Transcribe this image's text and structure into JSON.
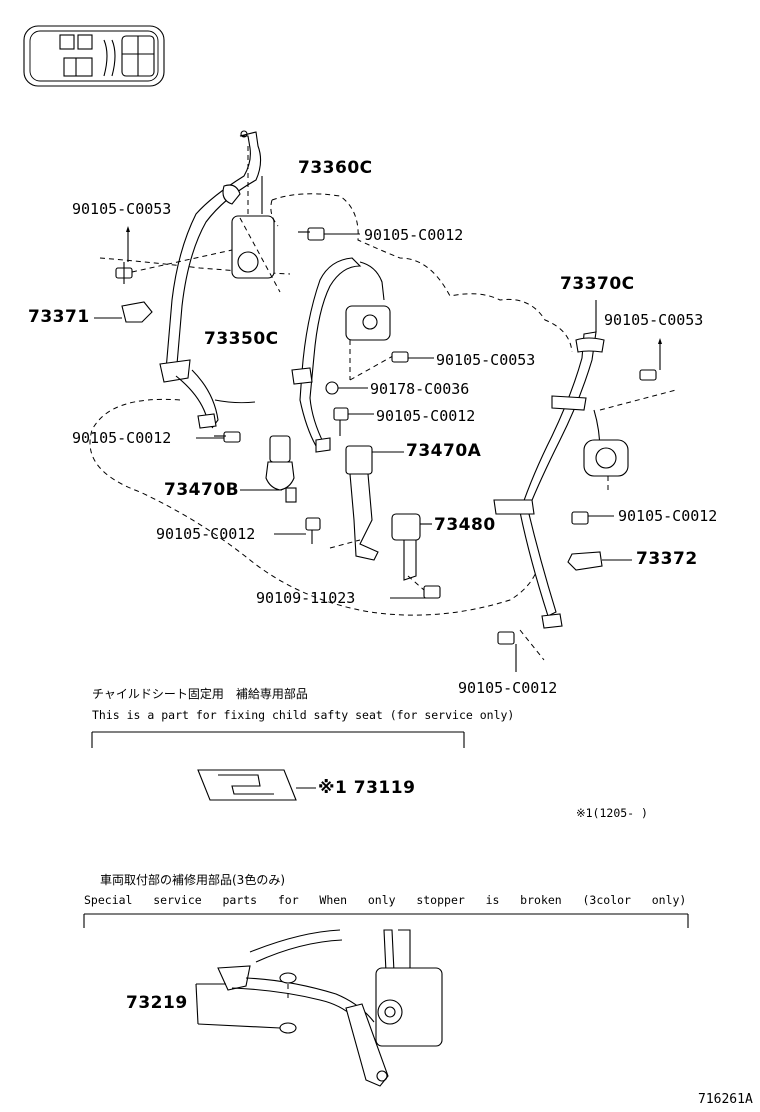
{
  "callouts": {
    "c73360C": "73360C",
    "c90105_C0053_a": "90105-C0053",
    "c90105_C0012_a": "90105-C0012",
    "c73371": "73371",
    "c73350C": "73350C",
    "c90105_C0053_b": "90105-C0053",
    "c90178_C0036": "90178-C0036",
    "c90105_C0012_b": "90105-C0012",
    "c90105_C0012_c": "90105-C0012",
    "c73470A": "73470A",
    "c73470B": "73470B",
    "c90105_C0012_d": "90105-C0012",
    "c73480": "73480",
    "c90109_11023": "90109-11023",
    "c73370C": "73370C",
    "c90105_C0053_c": "90105-C0053",
    "c90105_C0012_e": "90105-C0012",
    "c73372": "73372",
    "c90105_C0012_f": "90105-C0012",
    "c73119": "※1 73119",
    "c73219": "73219"
  },
  "notes": {
    "child_seat_jp": "チャイルドシート固定用　補給専用部品",
    "child_seat_en": "This is a part for fixing child safty seat (for service only)",
    "footnote": "※1(1205-     )",
    "stopper_jp": "車両取付部の補修用部品(3色のみ)",
    "stopper_en": "Special   service   parts   for   When   only   stopper   is   broken   (3color   only)"
  },
  "figure_id": "716261A"
}
